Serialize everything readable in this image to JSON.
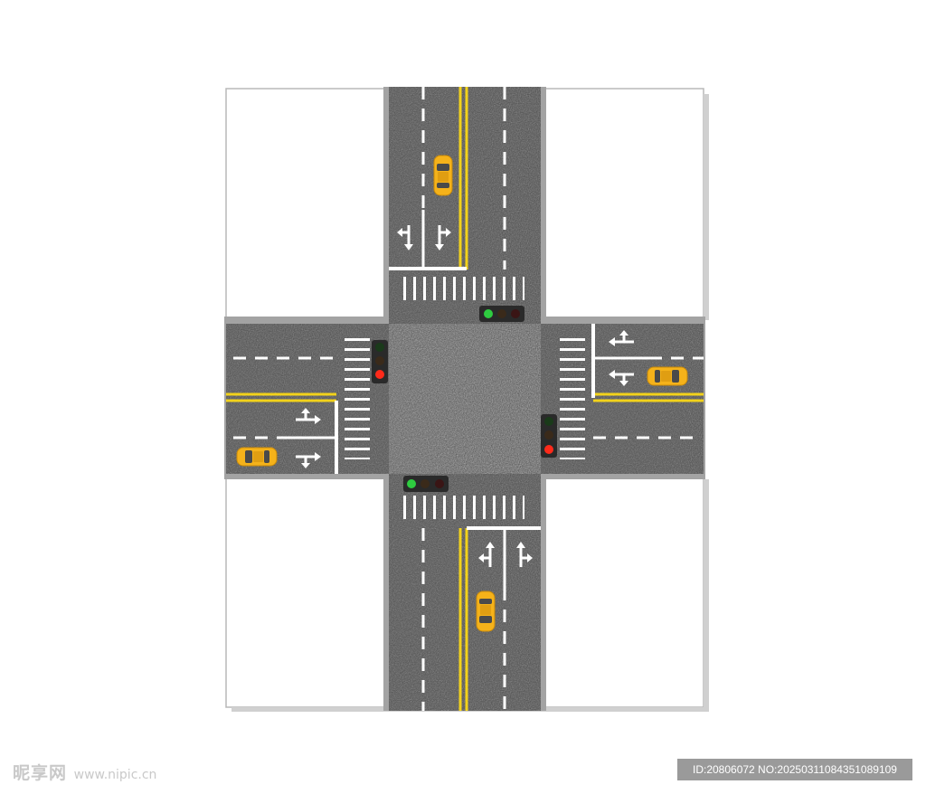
{
  "scene": {
    "signals": [
      {
        "id": "north",
        "lamp_colors": [
          "#2ecc40",
          "#3a2a1a",
          "#3a1515"
        ]
      },
      {
        "id": "west",
        "lamp_colors": [
          "#1a3a1a",
          "#3a2a1a",
          "#ff2a1a"
        ]
      },
      {
        "id": "east",
        "lamp_colors": [
          "#1a3a1a",
          "#3a2a1a",
          "#ff2a1a"
        ]
      },
      {
        "id": "south",
        "lamp_colors": [
          "#2ecc40",
          "#3a2a1a",
          "#3a1515"
        ]
      }
    ],
    "colors": {
      "asphalt": "#4a4a4a",
      "curb": "#a3a3a3",
      "lane_mark": "#ffffff",
      "center_line": "#f2d21b",
      "taxi": "#f5b21a",
      "block_fill": "#ffffff",
      "block_border": "#b8b8b8"
    },
    "vehicles": [
      {
        "id": "taxi-north",
        "icon": "taxi-icon"
      },
      {
        "id": "taxi-south",
        "icon": "taxi-icon"
      },
      {
        "id": "taxi-east",
        "icon": "taxi-icon"
      },
      {
        "id": "taxi-west",
        "icon": "taxi-icon"
      }
    ]
  },
  "watermark": {
    "site_name": "昵享网",
    "site_url": "www.nipic.cn",
    "image_id": "ID:20806072 NO:20250311084351089109"
  }
}
